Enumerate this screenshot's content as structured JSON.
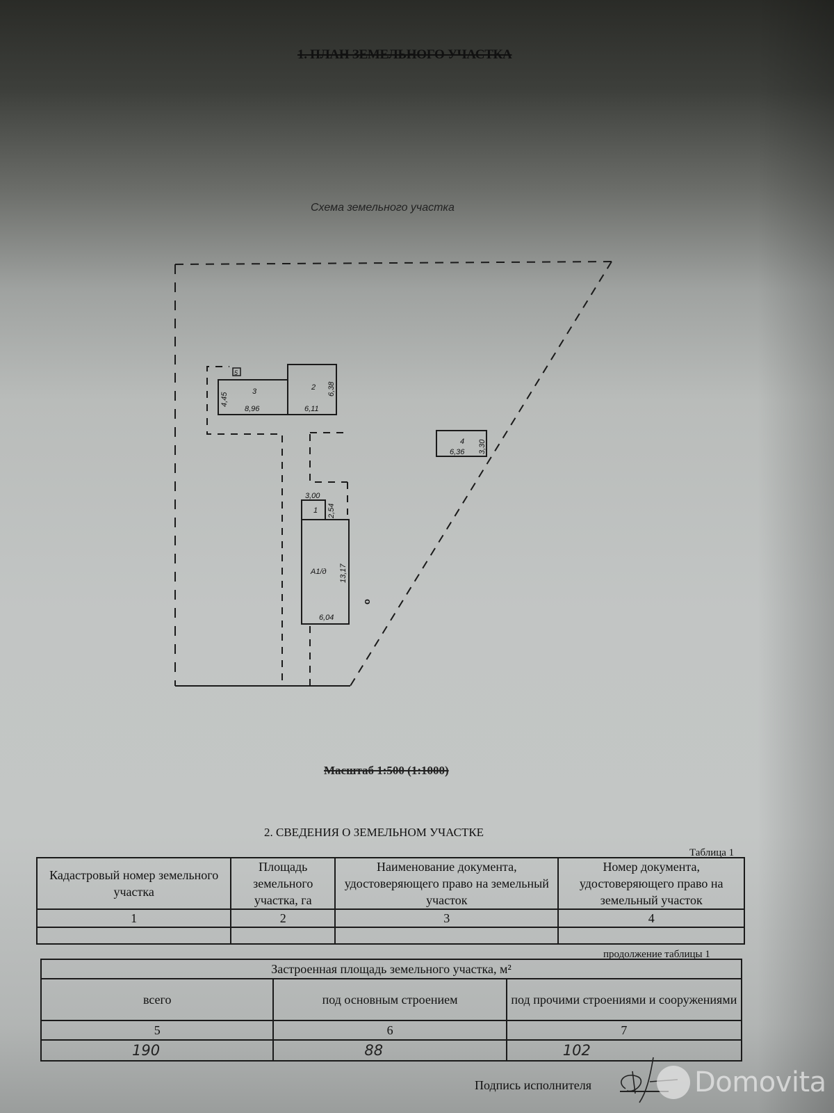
{
  "document": {
    "section1_title": "1. ПЛАН ЗЕМЕЛЬНОГО УЧАСТКА",
    "scheme_title": "Схема земельного участка",
    "scale_text": "Масштаб 1:500 (1:1000)",
    "section2_title": "2. СВЕДЕНИЯ  О ЗЕМЕЛЬНОМ УЧАСТКЕ",
    "table1_caption": "Таблица 1",
    "table1_continuation_caption": "продолжение таблицы 1",
    "signature_label": "Подпись исполнителя"
  },
  "scheme": {
    "buildings": [
      {
        "id": "3",
        "width": "8,96",
        "depth": "4,45"
      },
      {
        "id": "2",
        "width": "6,11",
        "depth": "6,38"
      },
      {
        "id": "5",
        "width": "",
        "depth": ""
      },
      {
        "id": "4",
        "width": "6,36",
        "depth": "3,30"
      },
      {
        "id": "1",
        "width": "3,00",
        "depth": "2,54"
      },
      {
        "id": "А1/д",
        "width": "6,04",
        "depth": "13,17"
      }
    ],
    "marker": "о"
  },
  "table1": {
    "headers": [
      "Кадастровый номер земельного участка",
      "Площадь земельного участка, га",
      "Наименование документа, удостоверяющего право на земельный участок",
      "Номер документа, удостоверяющего право на земельный участок"
    ],
    "column_numbers": [
      "1",
      "2",
      "3",
      "4"
    ],
    "values": [
      "",
      "",
      "",
      ""
    ]
  },
  "table2": {
    "group_header": "Застроенная площадь земельного участка, м²",
    "headers": [
      "всего",
      "под основным строением",
      "под прочими строениями и сооружениями"
    ],
    "column_numbers": [
      "5",
      "6",
      "7"
    ],
    "values": [
      "190",
      "88",
      "102"
    ]
  },
  "watermark": {
    "text": "Domovita"
  }
}
